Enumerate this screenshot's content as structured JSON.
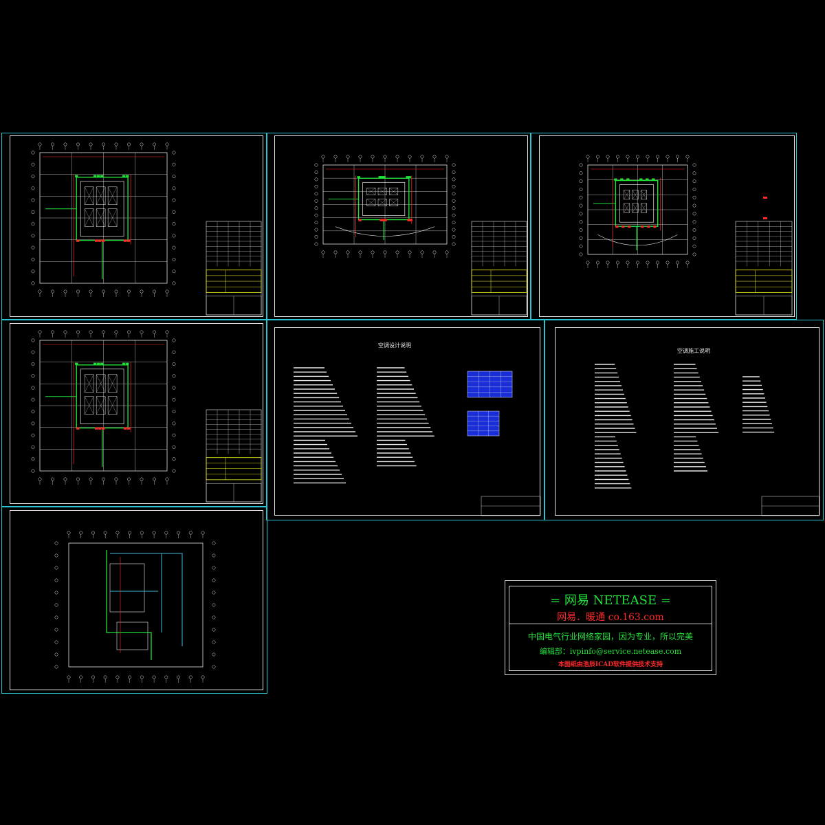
{
  "sheets": [
    {
      "id": "plan-1"
    },
    {
      "id": "plan-2"
    },
    {
      "id": "plan-3"
    },
    {
      "id": "plan-4"
    },
    {
      "id": "notes-1"
    },
    {
      "id": "notes-2"
    },
    {
      "id": "plan-5"
    }
  ],
  "notes": {
    "sheet5_title": "空调设计说明",
    "sheet6_title": "空调施工说明"
  },
  "legend": {
    "line1": "= 网易  NETEASE =",
    "line2": "网易．暖通   co.163.com",
    "line3": "中国电气行业网络家园，因为专业，所以完美",
    "line4": "编辑部：ivpinfo@service.netease.com",
    "line5": "本图纸由浩辰ICAD软件提供技术支持"
  },
  "colors": {
    "background": "#000000",
    "sheet_border": "#29c5d3",
    "drawing_lines": "#e8e8e8",
    "duct_green": "#22e03a",
    "pipe_red": "#ff2a2a",
    "title_block_yellow": "#f4f41a",
    "table_blue": "#1a2ed8"
  }
}
